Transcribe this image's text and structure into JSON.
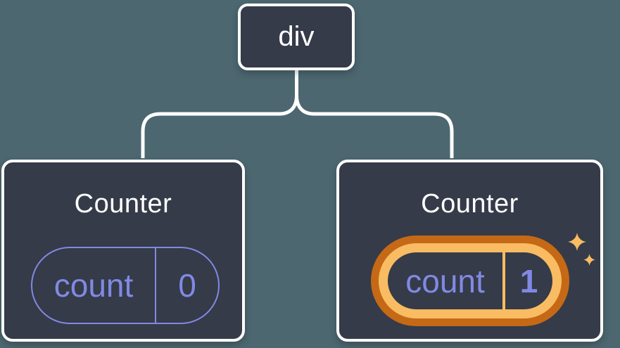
{
  "diagram": {
    "root": {
      "label": "div"
    },
    "cards": [
      {
        "title": "Counter",
        "state": {
          "label": "count",
          "value": "0"
        },
        "highlighted": false
      },
      {
        "title": "Counter",
        "state": {
          "label": "count",
          "value": "1"
        },
        "highlighted": true
      }
    ],
    "icons": {
      "sparkles": "four-pointed-stars"
    },
    "colors": {
      "canvas_bg": "#4c6770",
      "node_bg": "#353b48",
      "node_border": "#ffffff",
      "connector": "#ffffff",
      "title_text": "#ffffff",
      "state_purple": "#8189e4",
      "highlight_orange_dark": "#c56916",
      "highlight_orange_light": "#f9bc63"
    }
  }
}
